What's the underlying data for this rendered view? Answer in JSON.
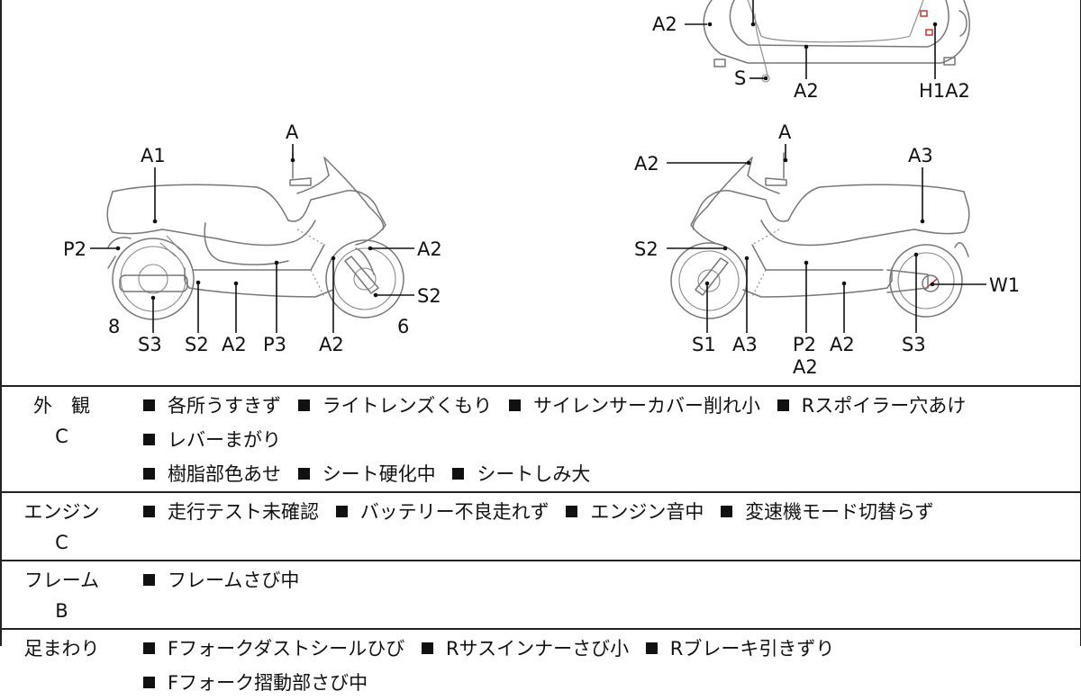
{
  "diagram": {
    "top_labels": [
      "A2",
      "S",
      "A2",
      "H1A2"
    ],
    "left_labels": [
      "A",
      "A1",
      "P2",
      "A2",
      "S2",
      "8",
      "S3",
      "S2",
      "A2",
      "P3",
      "A2",
      "6"
    ],
    "right_labels": [
      "A",
      "A2",
      "A3",
      "S2",
      "W1",
      "S1",
      "A3",
      "P2",
      "A2",
      "A2",
      "S3"
    ]
  },
  "report": [
    {
      "category": "外　観",
      "grade": "C",
      "items": [
        "各所うすきず",
        "ライトレンズくもり",
        "サイレンサーカバー削れ小",
        "Rスポイラー穴あけ",
        "レバーまがり",
        "樹脂部色あせ",
        "シート硬化中",
        "シートしみ大"
      ]
    },
    {
      "category": "エンジン",
      "grade": "C",
      "items": [
        "走行テスト未確認",
        "バッテリー不良走れず",
        "エンジン音中",
        "変速機モード切替らず"
      ]
    },
    {
      "category": "フレーム",
      "grade": "B",
      "items": [
        "フレームさび中"
      ]
    },
    {
      "category": "足まわり",
      "grade": "",
      "items": [
        "Fフォークダストシールひび",
        "Rサスインナーさび小",
        "Rブレーキ引きずり",
        "Fフォーク摺動部さび中"
      ]
    }
  ]
}
